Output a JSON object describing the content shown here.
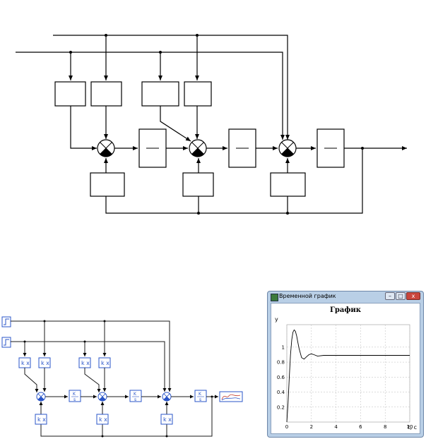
{
  "scheme": {
    "summator_count": 3
  },
  "model": {
    "gain_label": "k x",
    "integrator_num": "K",
    "integrator_den": "s"
  },
  "window": {
    "title": "Временной график",
    "min_btn": "–",
    "max_btn": "□",
    "close_btn": "x"
  },
  "chart_data": {
    "type": "line",
    "title": "График",
    "xlabel": "t, c",
    "ylabel": "y",
    "xlim": [
      0,
      10
    ],
    "ylim": [
      0,
      1.3
    ],
    "x_ticks": [
      "0",
      "2",
      "4",
      "6",
      "8",
      "10"
    ],
    "y_ticks": [
      "0.2",
      "0.4",
      "0.6",
      "0.8",
      "1"
    ],
    "grid": true,
    "series": [
      {
        "x": [
          0,
          0.1,
          0.2,
          0.3,
          0.4,
          0.5,
          0.6,
          0.7,
          0.8,
          0.9,
          1.0,
          1.2,
          1.4,
          1.6,
          1.8,
          2.0,
          2.2,
          2.5,
          3.0,
          3.5,
          4.0,
          5.0,
          6.0,
          7.0,
          8.0,
          9.0,
          10.0
        ],
        "y": [
          0,
          0.25,
          0.6,
          0.9,
          1.1,
          1.2,
          1.23,
          1.21,
          1.15,
          1.06,
          0.98,
          0.86,
          0.84,
          0.87,
          0.9,
          0.91,
          0.9,
          0.88,
          0.89,
          0.89,
          0.89,
          0.89,
          0.89,
          0.89,
          0.89,
          0.89,
          0.89
        ]
      }
    ]
  }
}
